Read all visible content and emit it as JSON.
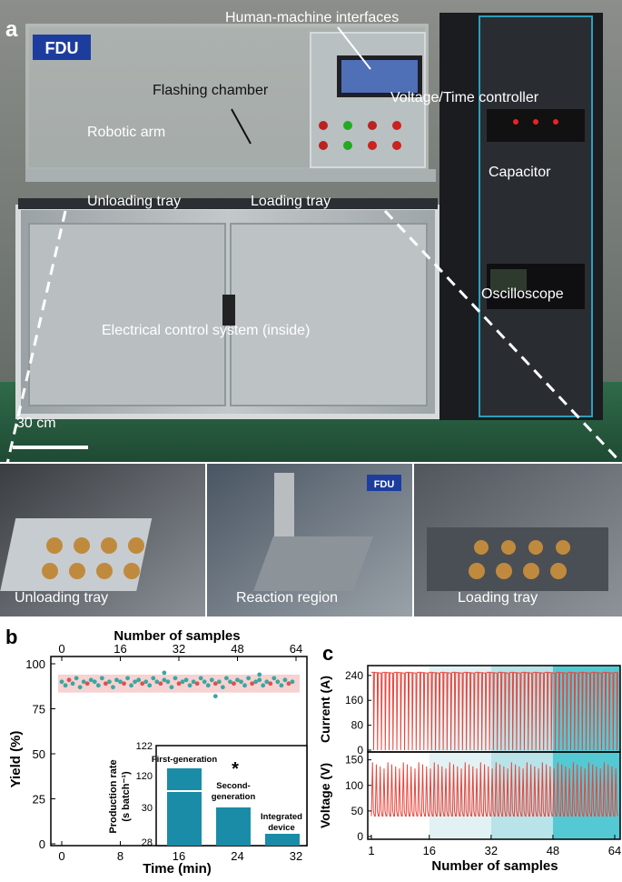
{
  "panel_a": {
    "letter": "a",
    "logo": "FDU",
    "labels": {
      "hmi": "Human-machine interfaces",
      "flashing_chamber": "Flashing chamber",
      "voltage_time_controller": "Voltage/Time controller",
      "robotic_arm": "Robotic arm",
      "capacitor": "Capacitor",
      "unloading_tray": "Unloading tray",
      "loading_tray": "Loading tray",
      "oscilloscope": "Oscilloscope",
      "electrical_control": "Electrical control system (inside)",
      "scale_bar": "30 cm"
    },
    "insets": [
      "Unloading tray",
      "Reaction region",
      "Loading tray"
    ],
    "inset_logo": "FDU"
  },
  "panel_b": {
    "letter": "b",
    "top_axis_title": "Number of samples",
    "bottom_axis_title": "Time (min)",
    "y_axis_title": "Yield (%)",
    "top_ticks": [
      "0",
      "16",
      "32",
      "48",
      "64"
    ],
    "bottom_ticks": [
      "0",
      "8",
      "16",
      "24",
      "32"
    ],
    "y_ticks": [
      "100",
      "75",
      "50",
      "25",
      "0"
    ],
    "inset": {
      "y_title_line1": "Production rate",
      "y_title_line2": "(s batch⁻¹)",
      "y_ticks": [
        "122",
        "120",
        "30",
        "28"
      ],
      "bars": [
        "First-generation",
        "Second-\ngeneration",
        "Integrated\ndevice"
      ],
      "bar_label_1": "First-generation",
      "bar_label_2a": "Second-",
      "bar_label_2b": "generation",
      "bar_label_3a": "Integrated",
      "bar_label_3b": "device",
      "star": "*"
    }
  },
  "panel_c": {
    "letter": "c",
    "x_title": "Number of samples",
    "x_ticks": [
      "1",
      "16",
      "32",
      "48",
      "64"
    ],
    "current_title": "Current (A)",
    "current_ticks": [
      "240",
      "160",
      "80",
      "0"
    ],
    "voltage_title": "Voltage (V)",
    "voltage_ticks": [
      "150",
      "100",
      "50",
      "0"
    ]
  },
  "colors": {
    "bar": "#1a8ca8",
    "scatter_teal": "#3aa7a0",
    "scatter_red": "#d9534f",
    "band": "#f4c7c7",
    "trace": "#e8453c",
    "seg1": "#ffffff",
    "seg2": "#e2f2f4",
    "seg3": "#b8e3e8",
    "seg4": "#55c9d3"
  },
  "chart_data": [
    {
      "type": "scatter",
      "xlabel": "Time (min)",
      "ylabel": "Yield (%)",
      "top_xlabel": "Number of samples",
      "xlim": [
        0,
        32
      ],
      "ylim": [
        0,
        100
      ],
      "x_top_range": [
        0,
        64
      ],
      "band": [
        84,
        94
      ],
      "yield_values": [
        90,
        88,
        91,
        89,
        92,
        87,
        90,
        89,
        91,
        90,
        88,
        92,
        89,
        90,
        87,
        91,
        90,
        89,
        92,
        88,
        90,
        91,
        89,
        90,
        88,
        92,
        90,
        89,
        91,
        90,
        87,
        92,
        89,
        90,
        91,
        88,
        90,
        89,
        92,
        90,
        88,
        91,
        89,
        90,
        87,
        92,
        90,
        89,
        91,
        90,
        88,
        92,
        89,
        90,
        91,
        88,
        90,
        89,
        92,
        90,
        88,
        91,
        89,
        90
      ],
      "outliers": [
        {
          "sample": 42,
          "yield": 82
        },
        {
          "sample": 28,
          "yield": 95
        },
        {
          "sample": 54,
          "yield": 94
        }
      ]
    },
    {
      "type": "bar",
      "ylabel": "Production rate (s batch⁻¹)",
      "categories": [
        "First-generation",
        "Second-generation",
        "Integrated device"
      ],
      "values": [
        120.5,
        29.5,
        28.3
      ],
      "ylim_broken": [
        [
          28,
          30
        ],
        [
          120,
          122
        ]
      ]
    },
    {
      "type": "line",
      "ylabel": "Current (A)",
      "xlabel": "Number of samples",
      "x_range": [
        1,
        64
      ],
      "ylim": [
        0,
        260
      ],
      "peak": 250,
      "samples": 64
    },
    {
      "type": "line",
      "ylabel": "Voltage (V)",
      "xlabel": "Number of samples",
      "x_range": [
        1,
        64
      ],
      "ylim": [
        0,
        160
      ],
      "peak": 145,
      "baseline": 40,
      "samples": 64
    }
  ]
}
